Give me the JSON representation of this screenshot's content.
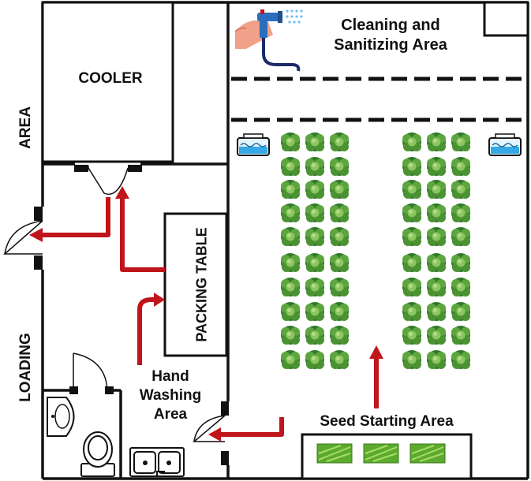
{
  "labels": {
    "cooler": "COOLER",
    "cleaning_area": "Cleaning and\nSanitizing Area",
    "packing_table": "PACKING TABLE",
    "hand_washing_area": "Hand\nWashing\nArea",
    "seed_starting_area": "Seed Starting Area",
    "area": "AREA",
    "loading": "LOADING"
  },
  "icons": {
    "hose": "hose-sprayer-icon",
    "sink": "sink-icon",
    "toilet": "toilet-icon",
    "double_sink": "double-sink-icon",
    "reservoir": "water-reservoir-icon",
    "lettuce": "lettuce-plant-icon",
    "seed_tray": "seed-tray-icon"
  },
  "grow_beds": {
    "columns": 3,
    "rows": 10,
    "beds": 2
  },
  "colors": {
    "wall": "#111111",
    "flow_arrow": "#c0151a",
    "lettuce_dark": "#2f7a2a",
    "lettuce_light": "#8bc660",
    "water": "#36a8e6",
    "seedling": "#5caa2e"
  }
}
